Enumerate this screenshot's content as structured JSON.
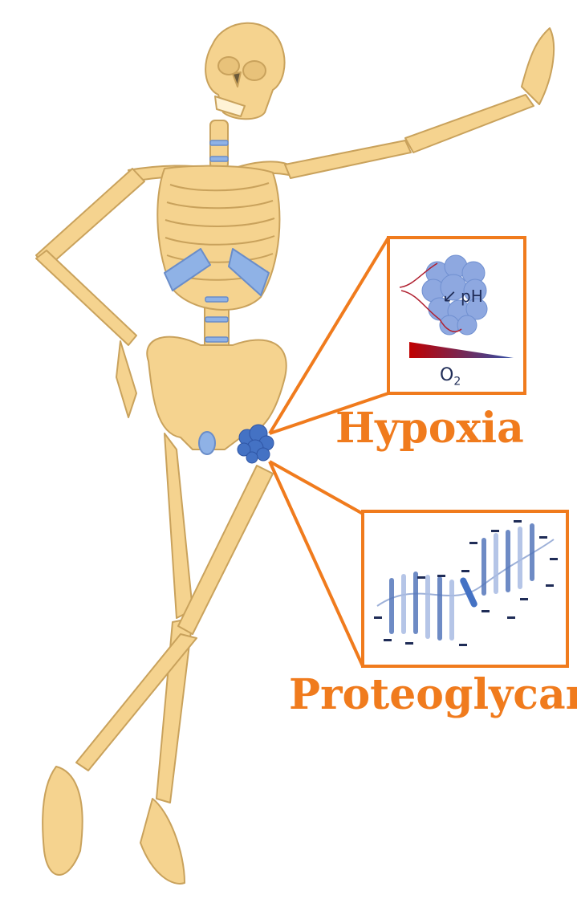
{
  "labels": {
    "hypoxia": "Hypoxia",
    "proteoglycan": "Proteoglycan",
    "ph": "pH",
    "ph_arrow": "↙",
    "o2": "O",
    "o2_sub": "2",
    "minus": "-"
  },
  "colors": {
    "bone": "#f5d38f",
    "bone_stroke": "#c9a25c",
    "cartilage": "#8fb2e6",
    "tumor": "#4472c4",
    "accent_orange": "#f07b1d",
    "cell_blue": "#8ea8e0",
    "gradient_red": "#c00000",
    "gradient_blue": "#2f4fa8"
  },
  "icons": [
    "skeleton-illustration",
    "tumor-cluster-icon",
    "cell-cluster-icon",
    "oxygen-gradient-icon",
    "proteoglycan-molecule-icon"
  ]
}
